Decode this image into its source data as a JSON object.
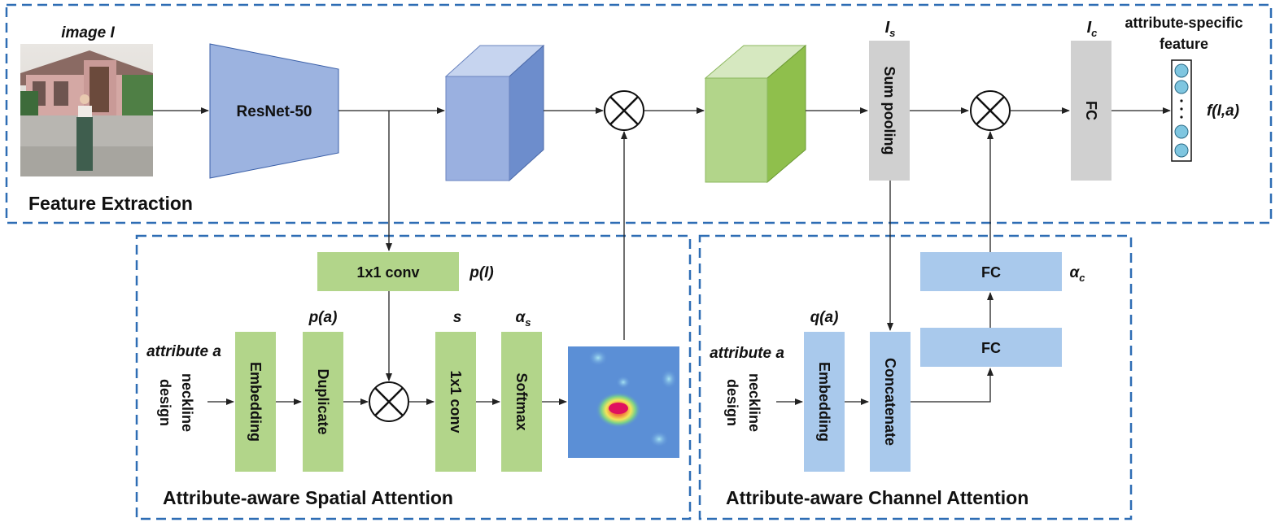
{
  "feature_extraction": {
    "section_title": "Feature Extraction",
    "image_label": "image I",
    "resnet_label": "ResNet-50",
    "sum_pooling_label": "Sum pooling",
    "is_label": "I",
    "is_sub": "s",
    "ic_label": "I",
    "ic_sub": "c",
    "fc_label": "FC",
    "output_title_line1": "attribute-specific",
    "output_title_line2": "feature",
    "output_label": "f(I,a)",
    "colors": {
      "resnet": "#9cb3e0",
      "blue_cube": "#9ab0e0",
      "green_cube": "#b2d58a",
      "gray_block": "#d0d0d0",
      "circle_node": "#7fc6e0"
    }
  },
  "spatial_attention": {
    "section_title": "Attribute-aware Spatial Attention",
    "conv_top_label": "1x1 conv",
    "conv_top_side": "p(I)",
    "attribute_label": "attribute a",
    "attribute_value_line1": "neckline",
    "attribute_value_line2": "design",
    "embedding_label": "Embedding",
    "duplicate_label": "Duplicate",
    "duplicate_top": "p(a)",
    "conv_label": "1x1 conv",
    "conv_top": "s",
    "softmax_label": "Softmax",
    "softmax_top": "α",
    "softmax_top_sub": "s",
    "colors": {
      "green_block": "#b2d58a",
      "heatmap_bg": "#5b8fd6"
    }
  },
  "channel_attention": {
    "section_title": "Attribute-aware Channel Attention",
    "attribute_label": "attribute a",
    "attribute_value_line1": "neckline",
    "attribute_value_line2": "design",
    "embedding_label": "Embedding",
    "embedding_top": "q(a)",
    "concatenate_label": "Concatenate",
    "fc_lower_label": "FC",
    "fc_upper_label": "FC",
    "alpha_label": "α",
    "alpha_sub": "c",
    "colors": {
      "blue_block": "#a9c9ec"
    }
  },
  "colors": {
    "dashed_border": "#2e6db4",
    "arrow": "#222222"
  }
}
